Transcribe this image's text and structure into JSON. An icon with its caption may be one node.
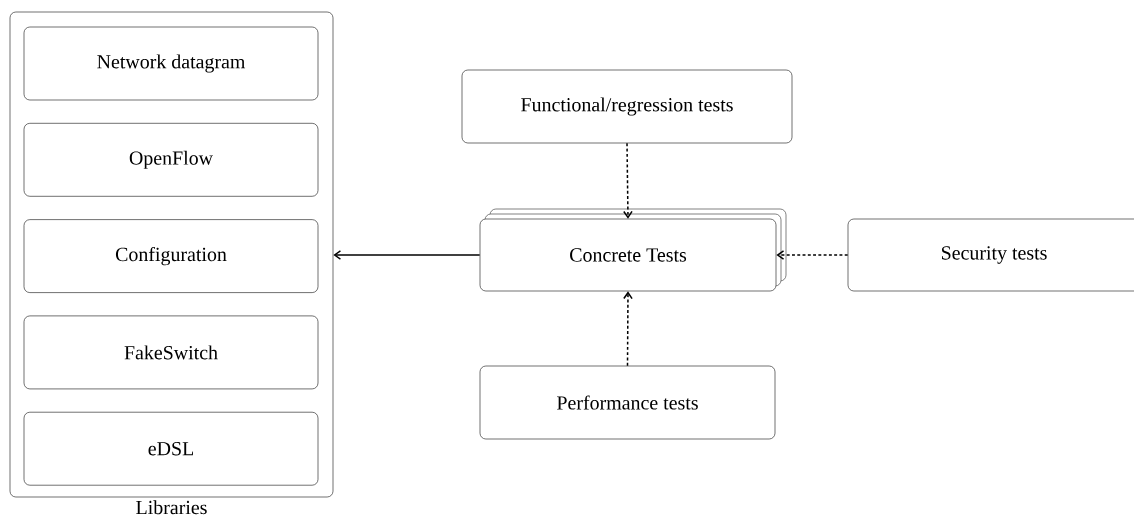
{
  "diagram": {
    "nodes": [
      {
        "text": [
          "Libraries"
        ]
      },
      {
        "text": [
          "Network datagram"
        ],
        "in": 0
      },
      {
        "text": [
          "OpenFlow"
        ],
        "in": 0
      },
      {
        "text": [
          "Configuration"
        ],
        "in": 0
      },
      {
        "text": [
          "FakeSwitch"
        ],
        "in": 0
      },
      {
        "text": [
          "eDSL"
        ],
        "in": 0
      },
      {
        "text": [
          "Functional/regression tests"
        ]
      },
      {
        "text": [
          "Concrete Tests"
        ]
      },
      {
        "text": [
          "Security tests"
        ]
      },
      {
        "text": [
          "Performance tests"
        ]
      }
    ],
    "edges": [
      {
        "from": 7,
        "to": 0,
        "arrow": "to"
      },
      {
        "from": 6,
        "to": 7,
        "arrow": "to",
        "style": "dashed"
      },
      {
        "from": 8,
        "to": 7,
        "arrow": "to",
        "style": "dashed"
      },
      {
        "from": 9,
        "to": 7,
        "arrow": "to",
        "style": "dashed"
      }
    ]
  }
}
